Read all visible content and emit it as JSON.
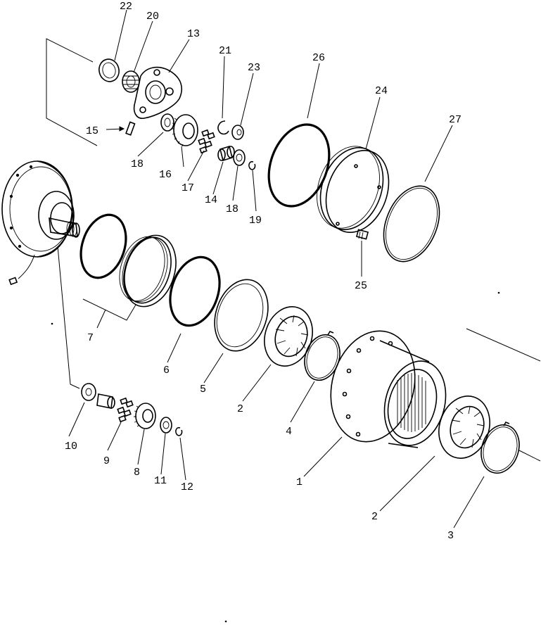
{
  "labels": {
    "l22": "22",
    "l20": "20",
    "l13": "13",
    "l21": "21",
    "l23": "23",
    "l26": "26",
    "l24": "24",
    "l27": "27",
    "l15": "15",
    "l18a": "18",
    "l16": "16",
    "l17": "17",
    "l14": "14",
    "l18b": "18",
    "l19": "19",
    "l25": "25",
    "l7": "7",
    "l6": "6",
    "l5": "5",
    "l2a": "2",
    "l4": "4",
    "l10": "10",
    "l9": "9",
    "l8": "8",
    "l11": "11",
    "l12": "12",
    "l1": "1",
    "l2b": "2",
    "l3": "3"
  }
}
